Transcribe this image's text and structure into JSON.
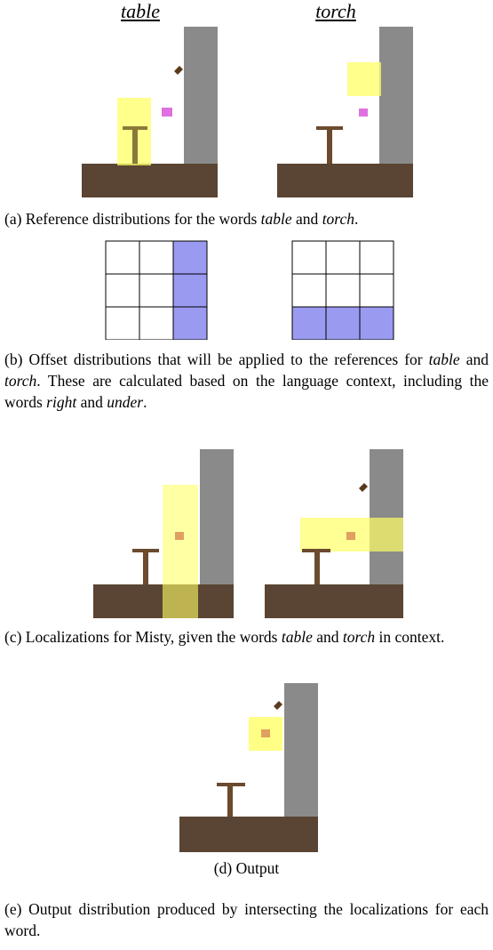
{
  "panel_a": {
    "left_title": "table",
    "right_title": "torch"
  },
  "captions": {
    "a": {
      "pre": "(a) Reference distributions for the words ",
      "w1": "table",
      "mid": " and ",
      "w2": "torch",
      "post": "."
    },
    "b": {
      "pre": "(b) Offset distributions that will be applied to the references for ",
      "w1": "table",
      "mid": " and ",
      "w2": "torch",
      "mid2": ". These are calculated based on the language context, including the words ",
      "w3": "right",
      "mid3": " and ",
      "w4": "under",
      "post": "."
    },
    "c": {
      "pre": "(c) Localizations for Misty, given the words ",
      "w1": "table",
      "mid": " and ",
      "w2": "torch",
      "post": " in context."
    },
    "d": "(d) Output",
    "e": "(e) Output distribution produced by intersecting the localizations for each word."
  },
  "offset_grids": {
    "table": [
      [
        0,
        0,
        1
      ],
      [
        0,
        0,
        1
      ],
      [
        0,
        0,
        1
      ]
    ],
    "torch": [
      [
        0,
        0,
        0
      ],
      [
        0,
        0,
        0
      ],
      [
        1,
        1,
        1
      ]
    ]
  },
  "colors": {
    "highlight": "#ffff66",
    "offset_cell": "#9a9af0",
    "dirt": "#5a4433",
    "stone": "#8a8a8a",
    "table_wood": "#6b4a2e",
    "misty": "#e070e0"
  }
}
